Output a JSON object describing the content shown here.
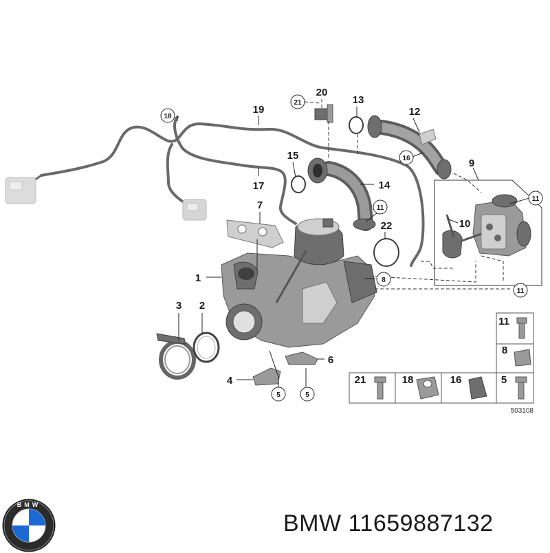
{
  "diagram": {
    "parts": [
      {
        "id": "1",
        "label": "1"
      },
      {
        "id": "2",
        "label": "2"
      },
      {
        "id": "3",
        "label": "3"
      },
      {
        "id": "4",
        "label": "4"
      },
      {
        "id": "5a",
        "label": "5"
      },
      {
        "id": "5b",
        "label": "5"
      },
      {
        "id": "6",
        "label": "6"
      },
      {
        "id": "7",
        "label": "7"
      },
      {
        "id": "8",
        "label": "8"
      },
      {
        "id": "9",
        "label": "9"
      },
      {
        "id": "10",
        "label": "10"
      },
      {
        "id": "11a",
        "label": "11"
      },
      {
        "id": "11b",
        "label": "11"
      },
      {
        "id": "11c",
        "label": "11"
      },
      {
        "id": "12",
        "label": "12"
      },
      {
        "id": "13",
        "label": "13"
      },
      {
        "id": "14",
        "label": "14"
      },
      {
        "id": "15",
        "label": "15"
      },
      {
        "id": "16",
        "label": "16"
      },
      {
        "id": "17",
        "label": "17"
      },
      {
        "id": "18",
        "label": "18"
      },
      {
        "id": "19",
        "label": "19"
      },
      {
        "id": "20",
        "label": "20"
      },
      {
        "id": "21",
        "label": "21"
      },
      {
        "id": "22",
        "label": "22"
      }
    ],
    "legend": [
      "11",
      "8",
      "21",
      "18",
      "16",
      "5"
    ],
    "reference": "503108"
  },
  "footer": {
    "brand": "BMW",
    "part_number": "11659887132",
    "logo_text": "BMW"
  },
  "colors": {
    "part_fill": "#9a9a9a",
    "line": "#222222",
    "logo_blue": "#1c69d4"
  }
}
